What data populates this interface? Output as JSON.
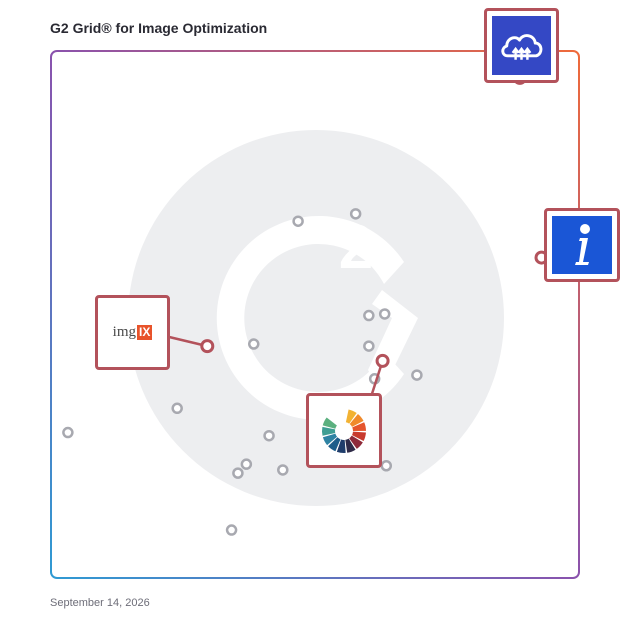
{
  "title": "G2 Grid® for Image Optimization",
  "date": "September 14, 2026",
  "colors": {
    "accent": "#b3525b",
    "dot": "#a8a9b0",
    "watermark": "#edeef0",
    "cloudinary_blue": "#3448c5",
    "info_blue": "#1a56d6",
    "imgix_orange": "#e8532b"
  },
  "chart_data": {
    "type": "scatter",
    "title": "G2 Grid® for Image Optimization",
    "xlabel": "",
    "ylabel": "",
    "xlim": [
      0,
      100
    ],
    "ylim": [
      0,
      100
    ],
    "grid": "quadrants",
    "points": [
      {
        "x": 46.8,
        "y": 67.7
      },
      {
        "x": 57.7,
        "y": 69.1
      },
      {
        "x": 60.2,
        "y": 49.8
      },
      {
        "x": 63.2,
        "y": 50.1
      },
      {
        "x": 60.2,
        "y": 44.0
      },
      {
        "x": 38.4,
        "y": 44.4
      },
      {
        "x": 69.3,
        "y": 38.5
      },
      {
        "x": 61.3,
        "y": 37.8
      },
      {
        "x": 23.9,
        "y": 32.2
      },
      {
        "x": 41.3,
        "y": 27.0
      },
      {
        "x": 3.2,
        "y": 27.6
      },
      {
        "x": 37.0,
        "y": 21.6
      },
      {
        "x": 35.4,
        "y": 19.9
      },
      {
        "x": 43.9,
        "y": 20.5
      },
      {
        "x": 63.5,
        "y": 21.3
      },
      {
        "x": 34.2,
        "y": 9.1
      }
    ],
    "highlighted": [
      {
        "icon": "cloudinary-logo",
        "x": 88.8,
        "y": 94.9
      },
      {
        "icon": "info-logo",
        "x": 92.9,
        "y": 60.8
      },
      {
        "icon": "imgix-logo",
        "x": 29.6,
        "y": 44.0
      },
      {
        "icon": "color-wheel-logo",
        "x": 62.8,
        "y": 41.2
      }
    ]
  },
  "logos": {
    "imgix": {
      "text_main": "img",
      "text_badge": "IX"
    }
  }
}
